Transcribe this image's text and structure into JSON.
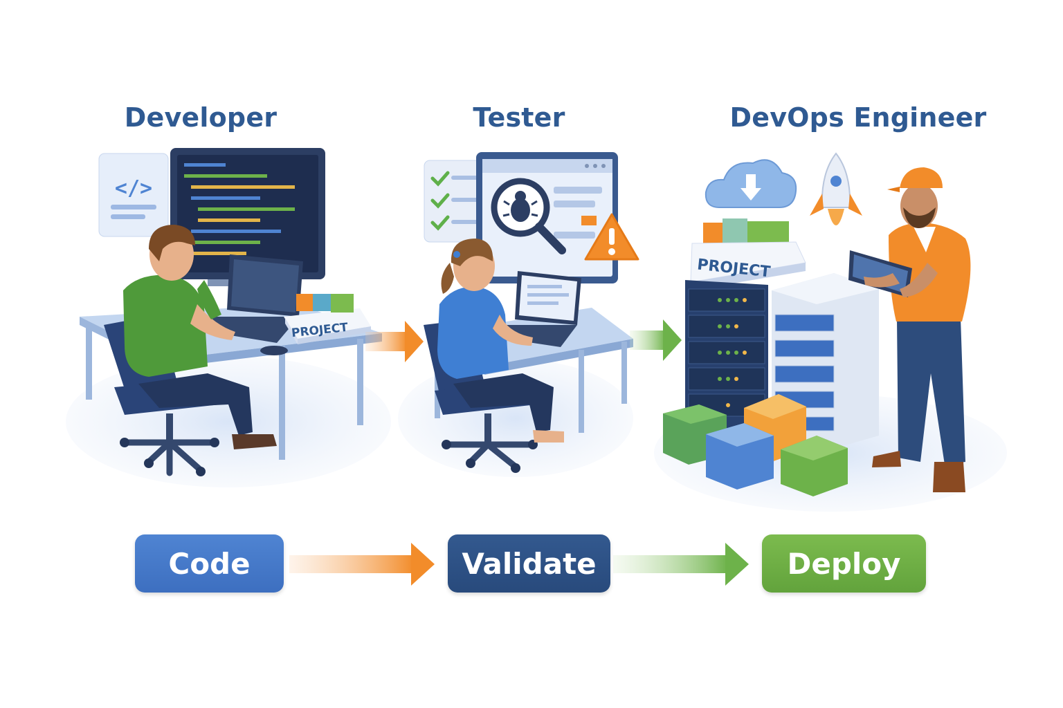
{
  "roles": {
    "developer": "Developer",
    "tester": "Tester",
    "devops": "DevOps Engineer"
  },
  "stages": {
    "code": "Code",
    "validate": "Validate",
    "deploy": "Deploy"
  },
  "labels": {
    "code_symbol": "</>",
    "project_box": "PROJECT"
  },
  "colors": {
    "title_blue": "#2f5a92",
    "code_blue": "#3d6fc0",
    "validate_navy": "#284a7c",
    "deploy_green": "#62a33c",
    "arrow_orange": "#f28c2a",
    "arrow_green": "#6db24a"
  },
  "icons": [
    "code-icon",
    "checklist-icon",
    "magnifier-bug-icon",
    "warning-icon",
    "cloud-download-icon",
    "rocket-icon",
    "server-rack-icon",
    "package-cube-icon"
  ]
}
